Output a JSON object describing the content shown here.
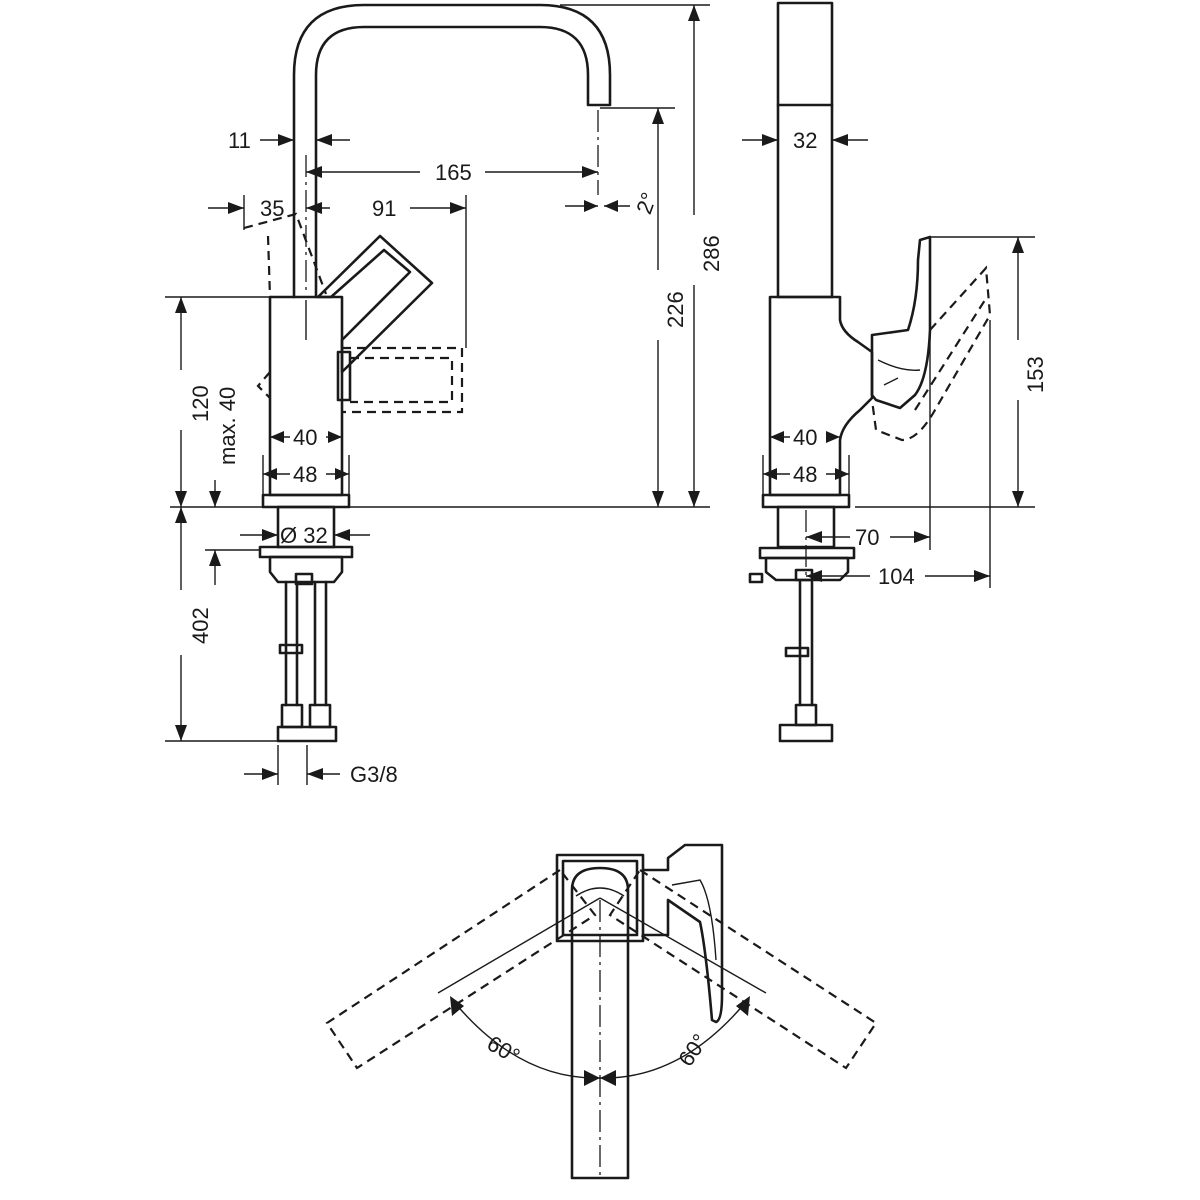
{
  "front_view": {
    "dim_wall": "11",
    "dim_spout_reach": "165",
    "dim_spout_angle": "2°",
    "dim_handle_back": "35",
    "dim_handle_front": "91",
    "dim_spout_height": "226",
    "dim_total_height": "286",
    "dim_body_height": "120",
    "dim_deck_max": "max. 40",
    "dim_body_width": "40",
    "dim_base_width": "48",
    "dim_shank_diameter": "Ø 32",
    "dim_hose_length": "402",
    "dim_connection": "G3/8"
  },
  "side_view": {
    "dim_spout_width": "32",
    "dim_handle_height": "153",
    "dim_body_width": "40",
    "dim_base_width": "48",
    "dim_handle_depth": "70",
    "dim_handle_open": "104"
  },
  "top_view": {
    "angle_left": "60°",
    "angle_right": "60°"
  }
}
